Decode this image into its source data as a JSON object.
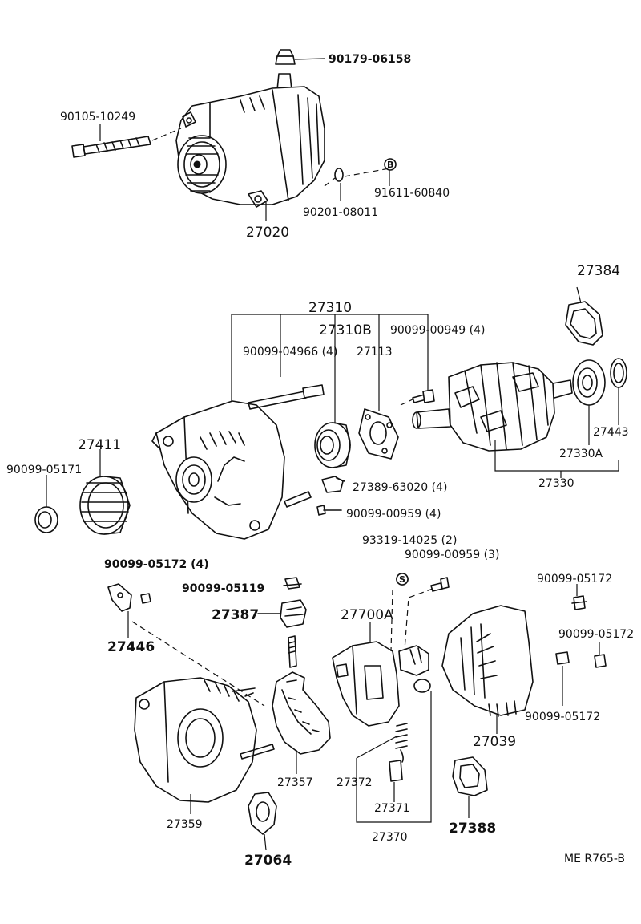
{
  "labels": {
    "p90179_06158": "90179-06158",
    "p90105_10249": "90105-10249",
    "p91611_60840": "91611-60840",
    "p90201_08011": "90201-08011",
    "p27020": "27020",
    "p27384": "27384",
    "p27310": "27310",
    "p27310B": "27310B",
    "p90099_00949": "90099-00949 (4)",
    "p90099_04966": "90099-04966 (4)",
    "p27113": "27113",
    "p27443": "27443",
    "p27330A": "27330A",
    "p27330": "27330",
    "p27411": "27411",
    "p90099_05171": "90099-05171",
    "p27389_63020": "27389-63020 (4)",
    "p90099_00959_4": "90099-00959 (4)",
    "p93319_14025": "93319-14025 (2)",
    "p90099_00959_3": "90099-00959 (3)",
    "p90099_05172_4": "90099-05172 (4)",
    "p90099_05119": "90099-05119",
    "p27387": "27387",
    "p27446": "27446",
    "p27700A": "27700A",
    "p90099_05172_a": "90099-05172",
    "p90099_05172_b": "90099-05172",
    "p90099_05172_c": "90099-05172",
    "p27039": "27039",
    "p27357": "27357",
    "p27372": "27372",
    "p27371": "27371",
    "p27370": "27370",
    "p27388": "27388",
    "p27359": "27359",
    "p27064": "27064",
    "ref_code": "ME R765-B"
  },
  "symbols": {
    "b": "B",
    "s": "S"
  }
}
